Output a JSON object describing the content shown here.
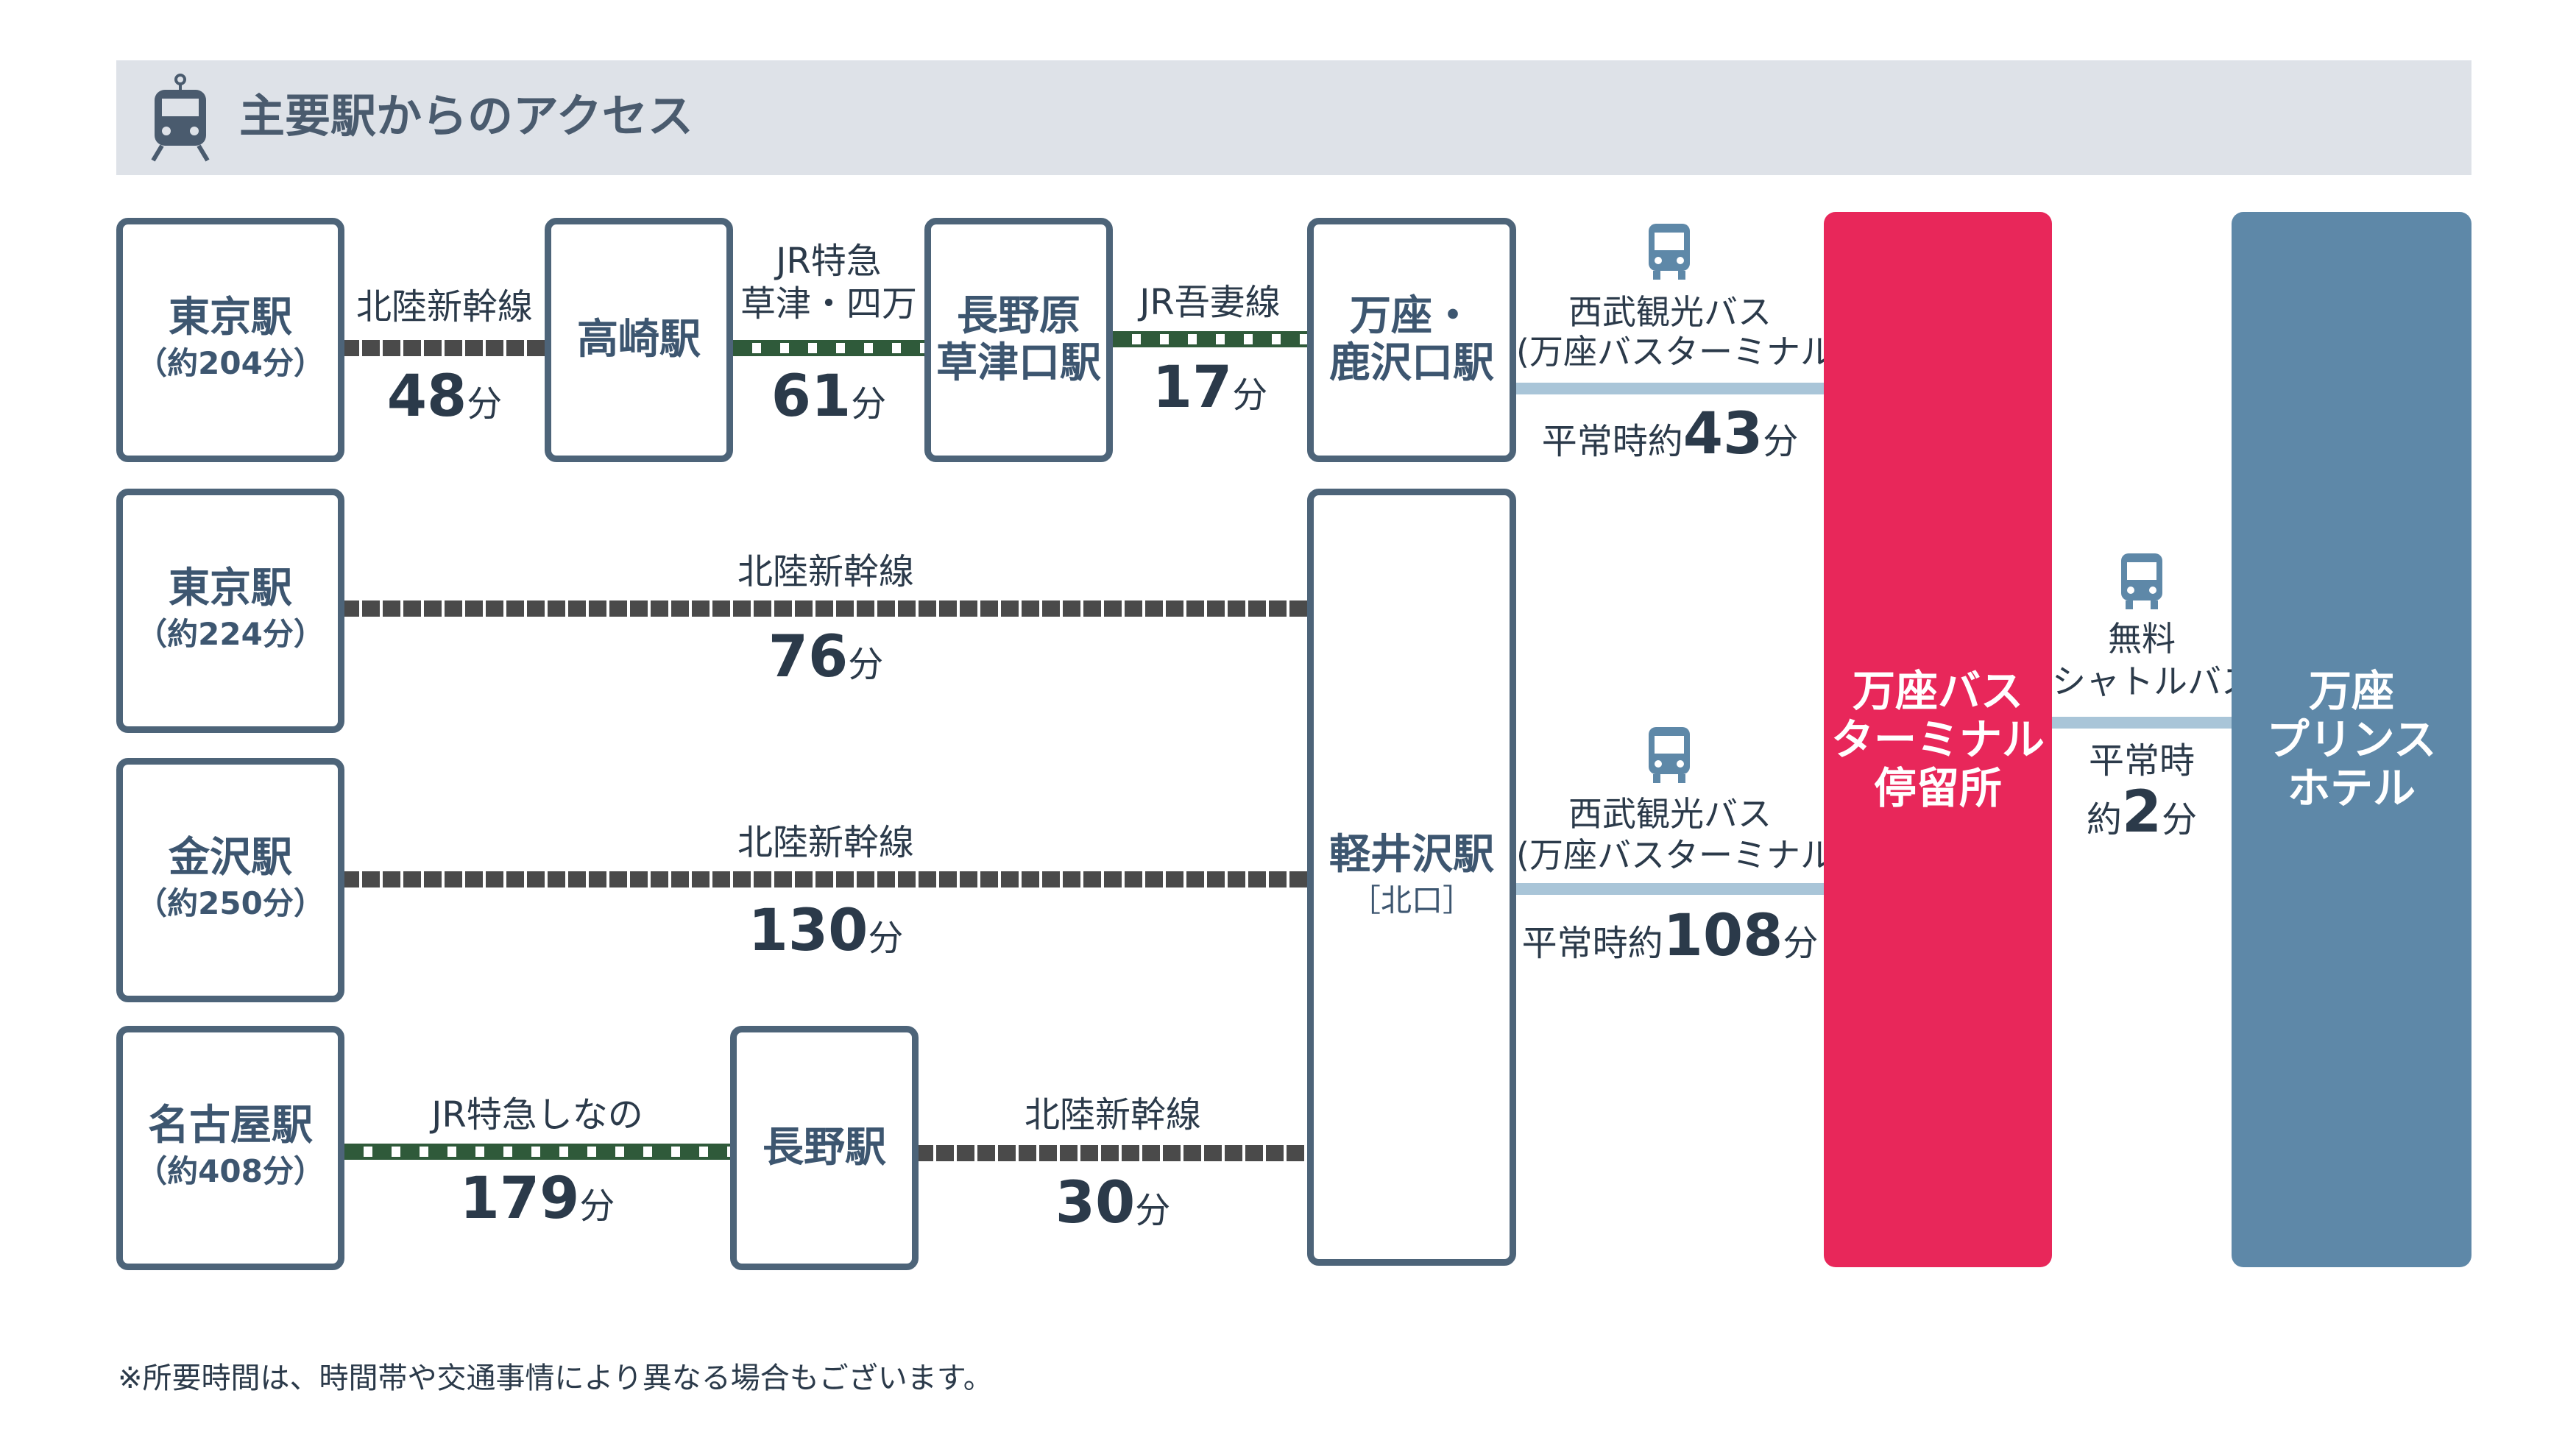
{
  "header": {
    "title": "主要駅からのアクセス",
    "icon": "train-icon"
  },
  "stations": {
    "tokyo1": {
      "name": "東京駅",
      "sub": "（約204分）"
    },
    "takasaki": {
      "name": "高崎駅"
    },
    "naganohara": {
      "name": "長野原\n草津口駅"
    },
    "manza": {
      "name": "万座・\n鹿沢口駅"
    },
    "tokyo2": {
      "name": "東京駅",
      "sub": "（約224分）"
    },
    "kanazawa": {
      "name": "金沢駅",
      "sub": "（約250分）"
    },
    "nagoya": {
      "name": "名古屋駅",
      "sub": "（約408分）"
    },
    "nagano": {
      "name": "長野駅"
    },
    "karuizawa": {
      "name": "軽井沢駅",
      "sub": "［北口］"
    }
  },
  "segments": {
    "tokyo_takasaki": {
      "line": "北陸新幹線",
      "time": "48",
      "unit": "分"
    },
    "takasaki_naganohara": {
      "line": "JR特急\n草津・四万",
      "time": "61",
      "unit": "分"
    },
    "naganohara_manza": {
      "line": "JR吾妻線",
      "time": "17",
      "unit": "分"
    },
    "tokyo_karuizawa": {
      "line": "北陸新幹線",
      "time": "76",
      "unit": "分"
    },
    "kanazawa_karuizawa": {
      "line": "北陸新幹線",
      "time": "130",
      "unit": "分"
    },
    "nagoya_nagano": {
      "line": "JR特急しなの",
      "time": "179",
      "unit": "分"
    },
    "nagano_karuizawa": {
      "line": "北陸新幹線",
      "time": "30",
      "unit": "分"
    }
  },
  "buses": {
    "manza_bus": {
      "label1": "西武観光バス",
      "label2": "(万座バスターミナル行)",
      "prefix": "平常時約",
      "time": "43",
      "unit": "分"
    },
    "karuizawa_bus": {
      "label1": "西武観光バス",
      "label2": "(万座バスターミナル行)",
      "prefix": "平常時約",
      "time": "108",
      "unit": "分"
    },
    "shuttle": {
      "label1": "無料",
      "label2": "シャトルバス",
      "prefix1": "平常時",
      "prefix2": "約",
      "time": "2",
      "unit": "分"
    }
  },
  "terminal": {
    "name": "万座バス\nターミナル\n停留所"
  },
  "hotel": {
    "name": "万座\nプリンス\nホテル"
  },
  "footnote": "※所要時間は、時間帯や交通事情により異なる場合もございます。",
  "colors": {
    "accent_red": "#e8275a",
    "hotel_blue": "#5e88a8",
    "box_border": "#4d6479",
    "bus_line": "#a9c5d8"
  }
}
